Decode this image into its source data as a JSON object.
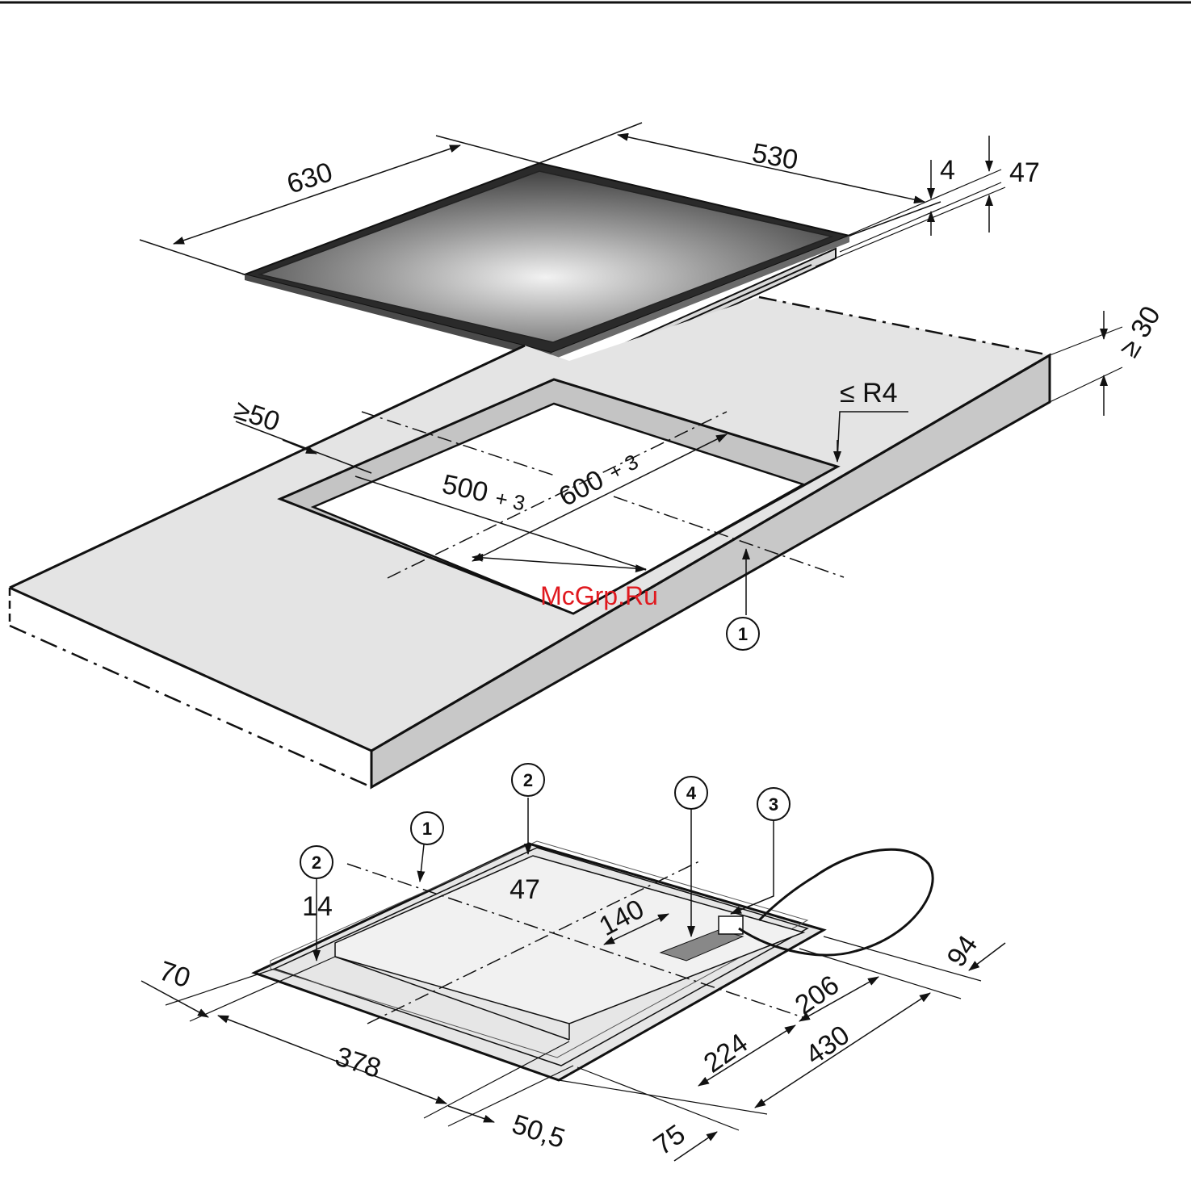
{
  "watermark": "McGrp.Ru",
  "hob": {
    "width": "630",
    "depth": "530",
    "glass_thickness": "4",
    "total_height": "47"
  },
  "worktop": {
    "min_front_distance": "≥50",
    "cutout_width_base": "600",
    "cutout_width_tol": "+ 3",
    "cutout_depth_base": "500",
    "cutout_depth_tol": "+ 3",
    "corner_radius": "≤ R4",
    "min_thickness": "≥ 30"
  },
  "underside": {
    "d14": "14",
    "d47": "47",
    "d70": "70",
    "d378": "378",
    "d50_5": "50,5",
    "d140": "140",
    "d94": "94",
    "d206": "206",
    "d224": "224",
    "d430": "430",
    "d75": "75"
  },
  "callouts": {
    "c1": "1",
    "c2": "2",
    "c3": "3",
    "c4": "4"
  },
  "colors": {
    "worktop_fill": "#e4e4e4",
    "edge_fill": "#c8c8c8",
    "watermark": "#e0191f",
    "line": "#111111"
  }
}
